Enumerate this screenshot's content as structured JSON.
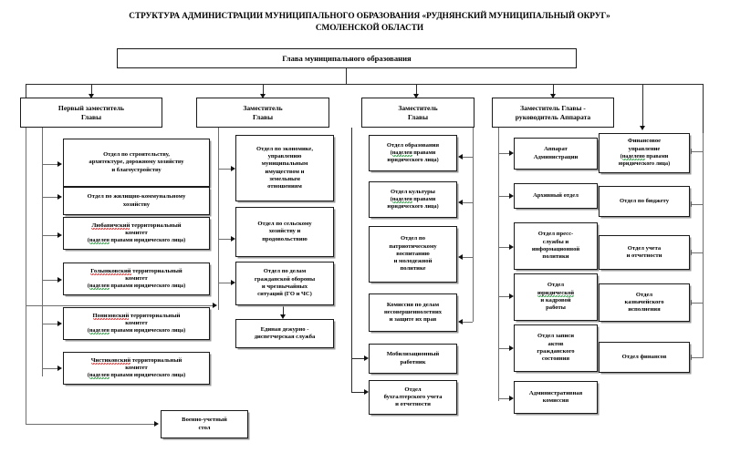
{
  "document": {
    "title_line1": "СТРУКТУРА АДМИНИСТРАЦИИ МУНИЦИПАЛЬНОГО ОБРАЗОВАНИЯ «РУДНЯНСКИЙ МУНИЦИПАЛЬНЫЙ ОКРУГ»",
    "title_line2": "СМОЛЕНСКОЙ ОБЛАСТИ"
  },
  "root": {
    "label": "Глава муниципального образования"
  },
  "legal_note": {
    "masc": "(наделен правами юридического лица)",
    "neut": "(наделено правами юридического лица)",
    "word_masc": "наделен",
    "word_neut": "наделено",
    "rest": " правами юридического лица)"
  },
  "columns": [
    {
      "head": "Первый заместитель Главы",
      "head_l1": "Первый заместитель",
      "head_l2": "Главы",
      "items": [
        {
          "name": "Отдел  по строительству, архитектуре, дорожному хозяйству и благоустройству",
          "lines": [
            "Отдел  по строительству,",
            "архитектуре, дорожному хозяйству",
            "и благоустройству"
          ],
          "note": ""
        },
        {
          "name": "Отдел по жилищно-коммунальному хозяйству",
          "lines": [
            "Отдел по жилищно-коммунальному",
            "хозяйству"
          ],
          "note": ""
        },
        {
          "name": "Любавичский территориальный комитет",
          "lines": [
            "Любавичский территориальный",
            "комитет"
          ],
          "spell": "Любавичский",
          "note": "(наделен правами юридического лица)"
        },
        {
          "name": "Голынковский территориальный комитет",
          "lines": [
            "Голынковский территориальный",
            "комитет"
          ],
          "spell": "Голынковский",
          "note": "(наделен правами юридического лица)"
        },
        {
          "name": "Понизовский территориальный комитет",
          "lines": [
            "Понизовский территориальный",
            "комитет"
          ],
          "spell": "Понизовский",
          "note": "(наделен правами юридического лица)"
        },
        {
          "name": "Чистиковский территориальный комитет",
          "lines": [
            "Чистиковский территориальный",
            "комитет"
          ],
          "spell": "Чистиковский",
          "note": "(наделен правами юридического лица)"
        }
      ]
    },
    {
      "head": "Заместитель Главы",
      "head_l1": "Заместитель",
      "head_l2": "Главы",
      "items": [
        {
          "name": "Отдел по экономике, управлению муниципальным имуществом и земельным отношениям",
          "lines": [
            "Отдел по экономике,",
            "управлению",
            "муниципальным",
            "имуществом и",
            "земельным",
            "отношениям"
          ],
          "note": ""
        },
        {
          "name": "Отдел по сельскому хозяйству и продовольствию",
          "lines": [
            "Отдел по сельскому",
            "хозяйству и",
            "продовольствию"
          ],
          "note": ""
        },
        {
          "name": "Отдел по делам гражданской обороны и чрезвычайных ситуаций (ГО и ЧС)",
          "lines": [
            "Отдел по делам",
            "гражданской обороны",
            "и чрезвычайных",
            "ситуаций (ГО и ЧС)"
          ],
          "note": ""
        },
        {
          "name": "Единая дежурно - диспетчерская служба",
          "lines": [
            "Единая дежурно -",
            "диспетчерская служба"
          ],
          "note": ""
        }
      ]
    },
    {
      "head": "Заместитель Главы",
      "head_l1": "Заместитель",
      "head_l2": "Главы",
      "items": [
        {
          "name": "Отдел образования",
          "lines": [
            "Отдел образования"
          ],
          "note": "(наделен правами юридического лица)"
        },
        {
          "name": "Отдел культуры",
          "lines": [
            "Отдел культуры"
          ],
          "note": "(наделен правами юридического лица)"
        },
        {
          "name": "Отдел по патриотическому воспитанию и молодежной политике",
          "lines": [
            "Отдел по",
            "патриотическому",
            "воспитанию",
            "и молодежной",
            "политике"
          ],
          "note": ""
        },
        {
          "name": "Комиссия по делам несовершеннолетних и защите их прав",
          "lines": [
            "Комиссия по делам",
            "несовершеннолетних",
            "и защите их прав"
          ],
          "note": ""
        },
        {
          "name": "Мобилизационный работник",
          "lines": [
            "Мобилизационный",
            "работник"
          ],
          "note": ""
        },
        {
          "name": "Отдел бухгалтерского учета и отчетности",
          "lines": [
            "Отдел",
            "бухгалтерского учета",
            "и отчетности"
          ],
          "note": ""
        }
      ]
    },
    {
      "head": "Заместитель Главы - руководитель Аппарата",
      "head_l1": "Заместитель Главы -",
      "head_l2": "руководитель Аппарата",
      "items": [
        {
          "name": "Аппарат Администрации",
          "lines": [
            "Аппарат",
            "Администрации"
          ],
          "note": ""
        },
        {
          "name": "Архивный отдел",
          "lines": [
            "Архивный отдел"
          ],
          "note": ""
        },
        {
          "name": "Отдел пресс-службы и информационной политики",
          "lines": [
            "Отдел пресс-",
            "службы и",
            "информационной",
            "политики"
          ],
          "note": ""
        },
        {
          "name": "Отдел юридической и кадровой работы",
          "lines": [
            "Отдел",
            "юридической",
            "и кадровой",
            "работы"
          ],
          "spell": "юридической",
          "note": ""
        },
        {
          "name": "Отдел записи актов гражданского состояния",
          "lines": [
            "Отдел записи",
            "актов",
            "гражданского",
            "состояния"
          ],
          "note": ""
        },
        {
          "name": "Административная комиссия",
          "lines": [
            "Административная",
            "комиссия"
          ],
          "note": ""
        }
      ]
    },
    {
      "head": "Финансовое управление",
      "head_l1": "Финансовое",
      "head_l2": "управление",
      "items": [
        {
          "name": "Отдел по бюджету",
          "lines": [
            "Отдел по бюджету"
          ],
          "note": ""
        },
        {
          "name": "Отдел учета и отчетности",
          "lines": [
            "Отдел учета",
            "и отчетности"
          ],
          "note": ""
        },
        {
          "name": "Отдел казначейского исполнения",
          "lines": [
            "Отдел",
            "казначейского",
            "исполнения"
          ],
          "note": ""
        },
        {
          "name": "Отдел финансов",
          "lines": [
            "Отдел финансов"
          ],
          "note": ""
        }
      ]
    }
  ],
  "finance": {
    "head_l1": "Финансовое",
    "head_l2": "управление",
    "note": "(наделено правами юридического лица)"
  },
  "standalone": {
    "military_desk_l1": "Военно-учетный",
    "military_desk_l2": "стол"
  }
}
